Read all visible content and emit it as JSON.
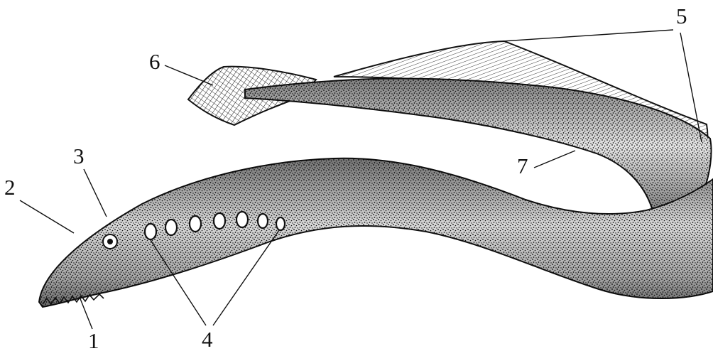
{
  "labels": [
    "1",
    "2",
    "3",
    "4",
    "5",
    "6",
    "7"
  ],
  "colors": {
    "ink": "#111111",
    "paper": "#ffffff"
  }
}
